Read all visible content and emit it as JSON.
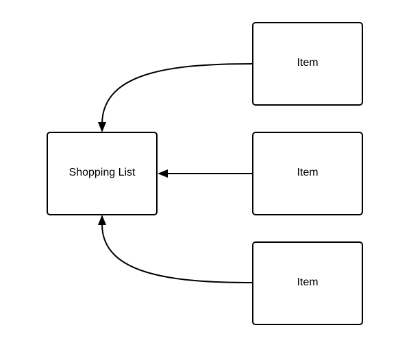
{
  "diagram": {
    "nodes": {
      "shopping_list": {
        "label": "Shopping List"
      },
      "items": [
        {
          "label": "Item"
        },
        {
          "label": "Item"
        },
        {
          "label": "Item"
        }
      ]
    },
    "edges": [
      {
        "from": "item_1",
        "to": "shopping_list"
      },
      {
        "from": "item_2",
        "to": "shopping_list"
      },
      {
        "from": "item_3",
        "to": "shopping_list"
      }
    ]
  },
  "colors": {
    "stroke": "#000000",
    "node_fill": "#ffffff",
    "background": "#ffffff"
  }
}
